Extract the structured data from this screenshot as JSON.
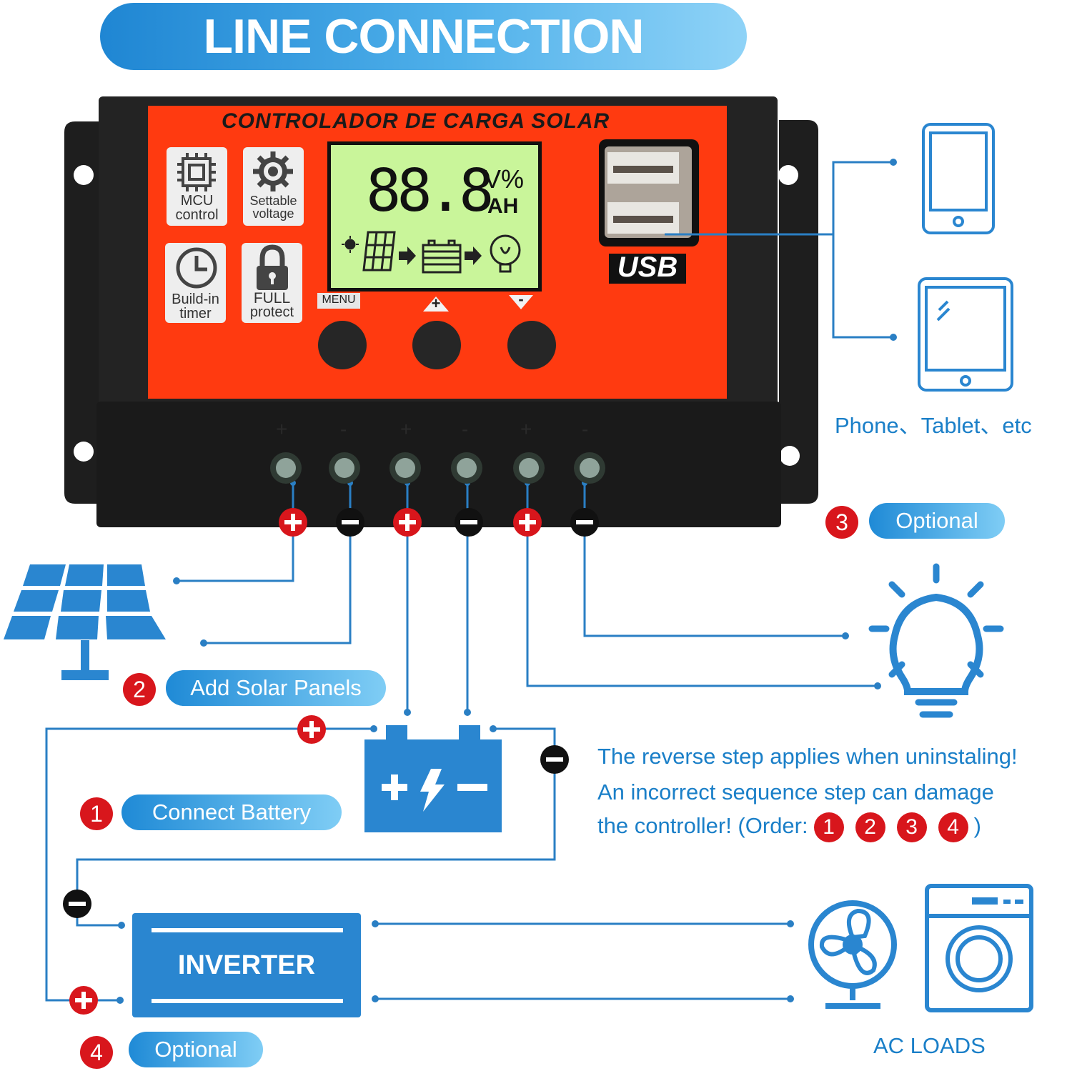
{
  "title": "LINE CONNECTION",
  "controller": {
    "brand_text": "CONTROLADOR DE CARGA SOLAR",
    "features": [
      {
        "label_1": "MCU",
        "label_2": "control",
        "icon": "chip-icon"
      },
      {
        "label_1": "Settable",
        "label_2": "voltage",
        "icon": "gear-icon"
      },
      {
        "label_1": "Build-in",
        "label_2": "timer",
        "icon": "clock-icon"
      },
      {
        "label_1": "FULL",
        "label_2": "protect",
        "icon": "lock-icon"
      }
    ],
    "lcd": {
      "reading": "88.8",
      "unit_top": "V%",
      "unit_bottom": "AH"
    },
    "usb_label": "USB",
    "buttons": {
      "menu": "MENU",
      "plus": "+",
      "minus": "-"
    }
  },
  "terminals": [
    "+",
    "-",
    "+",
    "-",
    "+",
    "-"
  ],
  "steps": {
    "step1": {
      "number": "1",
      "label": "Connect Battery"
    },
    "step2": {
      "number": "2",
      "label": "Add Solar Panels"
    },
    "step3": {
      "number": "3",
      "label": "Optional"
    },
    "step4": {
      "number": "4",
      "label": "Optional"
    }
  },
  "devices_label": "Phone、Tablet、etc",
  "note": {
    "line1": "The reverse step applies when uninstaling!",
    "line2": "An incorrect sequence step can damage",
    "line3_prefix": "the controller! (Order:",
    "order": [
      "1",
      "2",
      "3",
      "4"
    ],
    "line3_suffix": ")"
  },
  "inverter_label": "INVERTER",
  "ac_loads_label": "AC LOADS",
  "colors": {
    "accent_blue": "#1a7fc8",
    "controller_red": "#ff3a10",
    "step_red": "#d8161c",
    "lcd_green": "#c9f59a"
  }
}
